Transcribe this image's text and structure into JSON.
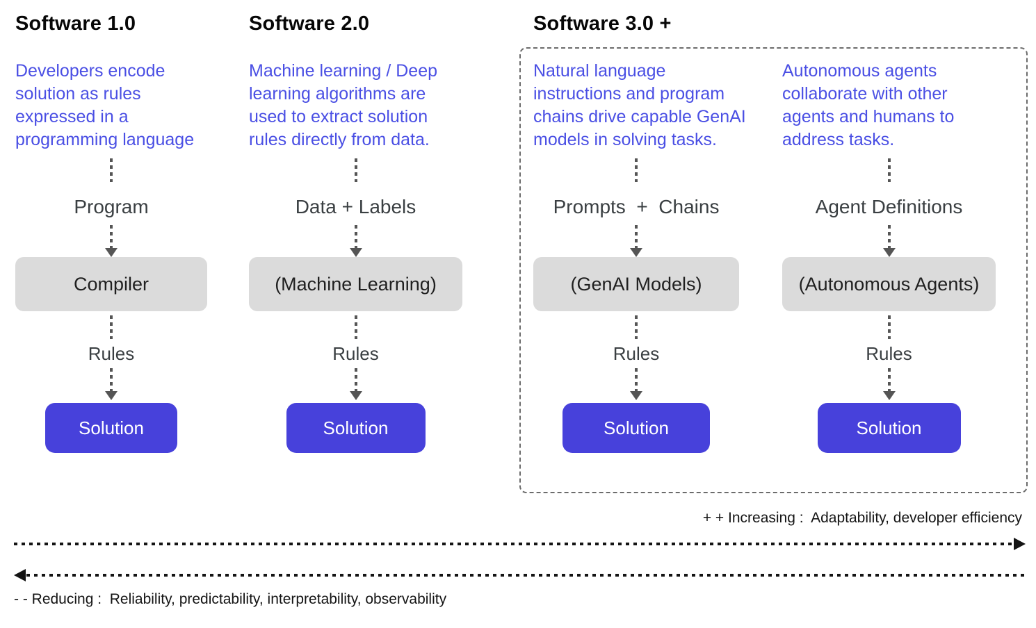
{
  "colors": {
    "accent_blue": "#4A4FE4",
    "button_blue": "#4741DB",
    "box_gray": "#DBDBDB",
    "box_text": "#1F1F1F",
    "label_gray": "#3A3F42",
    "connector_gray": "#555555",
    "axis_black": "#141414",
    "dashed_border": "#6B6B6B"
  },
  "columns": [
    {
      "title": "Software 1.0",
      "description": "Developers encode\nsolution as rules\nexpressed in a\nprogramming language",
      "input_label": "Program",
      "processor_label": "Compiler",
      "rules_label": "Rules",
      "solution_label": "Solution"
    },
    {
      "title": "Software 2.0",
      "description": "Machine learning / Deep\nlearning algorithms are\nused to extract solution\nrules directly from data.",
      "input_label": "Data + Labels",
      "processor_label": "(Machine Learning)",
      "rules_label": "Rules",
      "solution_label": "Solution"
    },
    {
      "title": "Software 3.0 +",
      "description": "Natural language\ninstructions and program\nchains drive capable GenAI\nmodels in solving tasks.",
      "input_label": "Prompts  +  Chains",
      "processor_label": "(GenAI Models)",
      "rules_label": "Rules",
      "solution_label": "Solution"
    },
    {
      "title": "",
      "description": "Autonomous agents\ncollaborate with other\nagents and humans to\naddress tasks.",
      "input_label": "Agent Definitions",
      "processor_label": "(Autonomous Agents)",
      "rules_label": "Rules",
      "solution_label": "Solution"
    }
  ],
  "axes": {
    "increasing_label": "+ + Increasing :  Adaptability, developer efficiency",
    "reducing_label": "- - Reducing :  Reliability, predictability, interpretability, observability"
  }
}
